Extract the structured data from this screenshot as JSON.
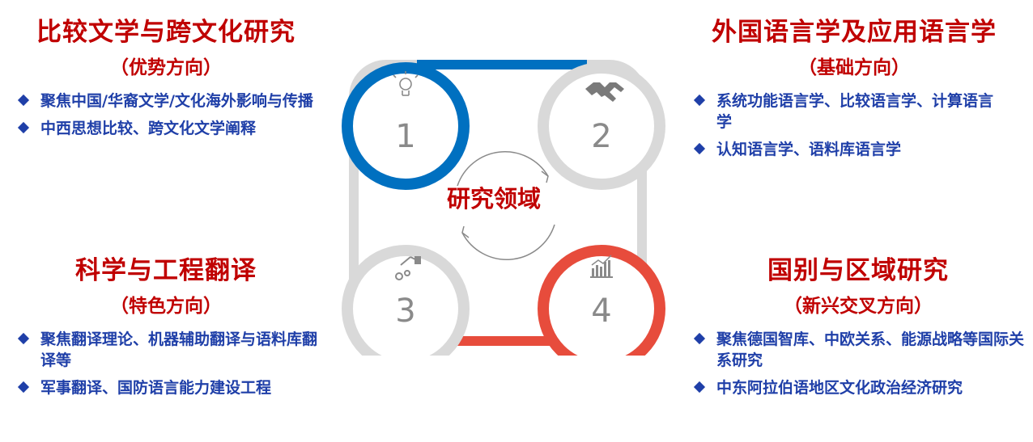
{
  "center": {
    "label": "研究领域"
  },
  "quadrants": [
    {
      "number": "1",
      "title": "比较文学与跨文化研究",
      "subtitle": "（优势方向）",
      "icon": "lightbulb-icon",
      "color": "#0070c0",
      "items": [
        "聚焦中国/华裔文学/文化海外影响与传播",
        "中西思想比较、跨文化文学阐释"
      ]
    },
    {
      "number": "2",
      "title": "外国语言学及应用语言学",
      "subtitle": "（基础方向）",
      "icon": "handshake-icon",
      "color": "#d9d9d9",
      "items": [
        "系统功能语言学、比较语言学、计算语言学",
        "认知语言学、语料库语言学"
      ]
    },
    {
      "number": "3",
      "title": "科学与工程翻译",
      "subtitle": "（特色方向）",
      "icon": "robot-arm-icon",
      "color": "#d9d9d9",
      "items": [
        "聚焦翻译理论、机器辅助翻译与语料库翻译等",
        "军事翻译、国防语言能力建设工程"
      ]
    },
    {
      "number": "4",
      "title": "国别与区域研究",
      "subtitle": "（新兴交叉方向）",
      "icon": "bar-chart-icon",
      "color": "#e74c3c",
      "items": [
        "聚焦德国智库、中欧关系、能源战略等国际关系研究",
        "中东阿拉伯语地区文化政治经济研究"
      ]
    }
  ]
}
